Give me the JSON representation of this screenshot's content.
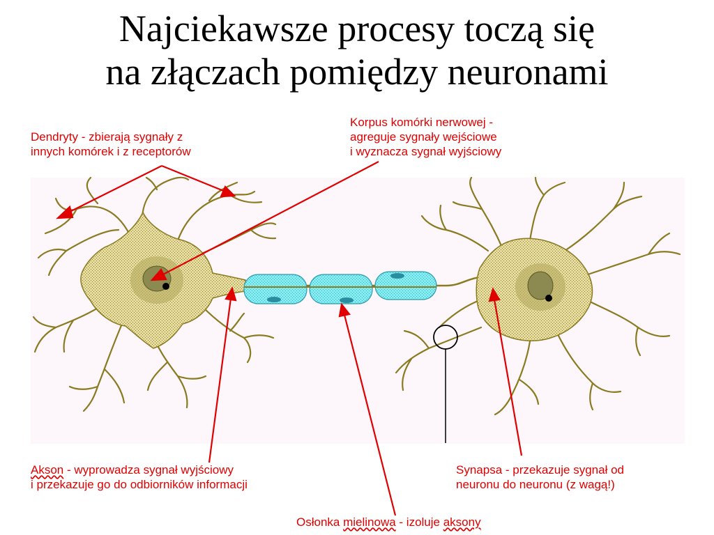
{
  "title": {
    "line1": "Najciekawsze procesy toczą się",
    "line2": "na złączach pomiędzy neuronami"
  },
  "labels": {
    "dendrites": {
      "line1": "Dendryty - zbierają sygnały z",
      "line2": "innych komórek i z receptorów"
    },
    "soma": {
      "line1": "Korpus komórki nerwowej -",
      "line2": "agreguje sygnały wejściowe",
      "line3": "i wyznacza sygnał wyjściowy"
    },
    "axon": {
      "term": "Akson",
      "rest1": " - wyprowadza sygnał wyjściowy",
      "line2": "i przekazuje go do odbiorników informacji"
    },
    "synapse": {
      "line1": "Synapsa - przekazuje sygnał od",
      "line2": "neuronu do neuronu (z wagą!)"
    },
    "myelin": {
      "pre": "Osłonka ",
      "term1": "mielinowa",
      "mid": " - izoluje ",
      "term2": "aksony"
    }
  },
  "colors": {
    "label_text": "#e00000",
    "arrow": "#e00000",
    "neuron_fill": "#d8cc7c",
    "neuron_outline": "#8a7a20",
    "nucleus": "#8c8a50",
    "myelin": "#7ee8ec",
    "myelin_node": "#2a8ea0",
    "panel_bg": "#fdf6fb"
  },
  "icons": {
    "synapse_marker": "circle-outline-icon",
    "arrowheads": "arrowhead-icon"
  }
}
